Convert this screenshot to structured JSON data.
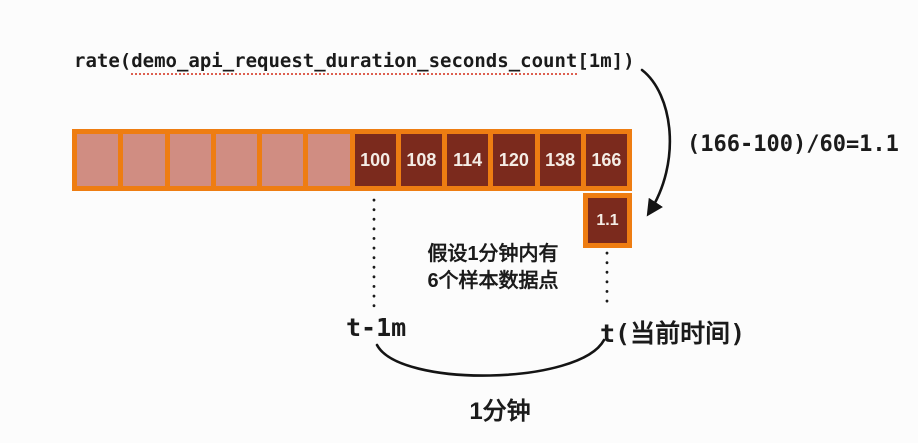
{
  "expression": {
    "prefix": "rate(",
    "metric": "demo_api_request_duration_seconds_count",
    "suffix": "[1m])"
  },
  "bar": {
    "outside_window_cell_count": 6,
    "window_values": [
      "100",
      "108",
      "114",
      "120",
      "138",
      "166"
    ]
  },
  "result": {
    "formula": "(166-100)/60=1.1",
    "value": "1.1"
  },
  "annotation": {
    "line1": "假设1分钟内有",
    "line2": "6个样本数据点"
  },
  "timeline": {
    "start_label": "t-1m",
    "end_label": "t(当前时间)",
    "span_label": "1分钟"
  },
  "colors": {
    "orange": "#ee7d12",
    "light_cell": "#d08d82",
    "dark_cell": "#7b2a1d",
    "cell_text": "#f4ece5",
    "underline_red": "#dd5f50",
    "ink": "#1b1b1b",
    "bg": "#fcfcfc"
  }
}
